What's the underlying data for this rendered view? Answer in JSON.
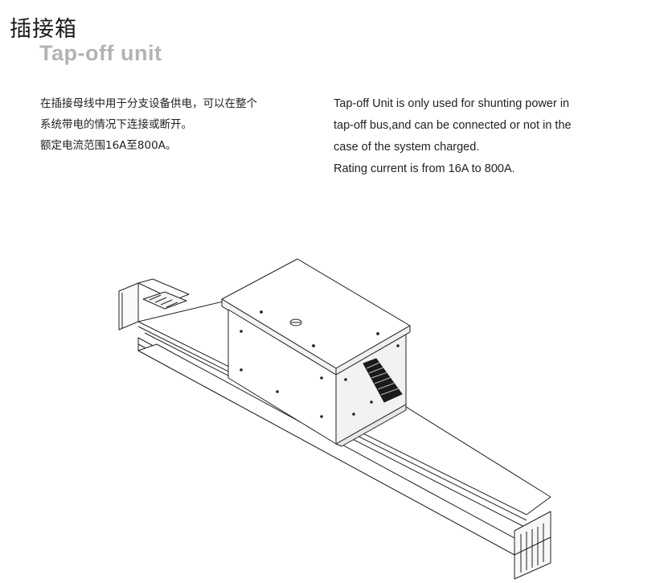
{
  "header": {
    "title_cn": "插接箱",
    "title_en": "Tap-off unit"
  },
  "description_cn": {
    "lines": [
      "在插接母线中用于分支设备供电，可以在整个",
      "系统带电的情况下连接或断开。",
      "额定电流范围16A至800A。"
    ]
  },
  "description_en": {
    "lines": [
      "Tap-off Unit is only used for shunting power in",
      "tap-off bus,and can be connected or not in the",
      "case of the system charged.",
      "Rating current is from 16A to 800A."
    ]
  },
  "illustration": {
    "stroke_color": "#222222",
    "box_side_color": "#f2f2f2",
    "cone_color": "#1a1a1a"
  }
}
